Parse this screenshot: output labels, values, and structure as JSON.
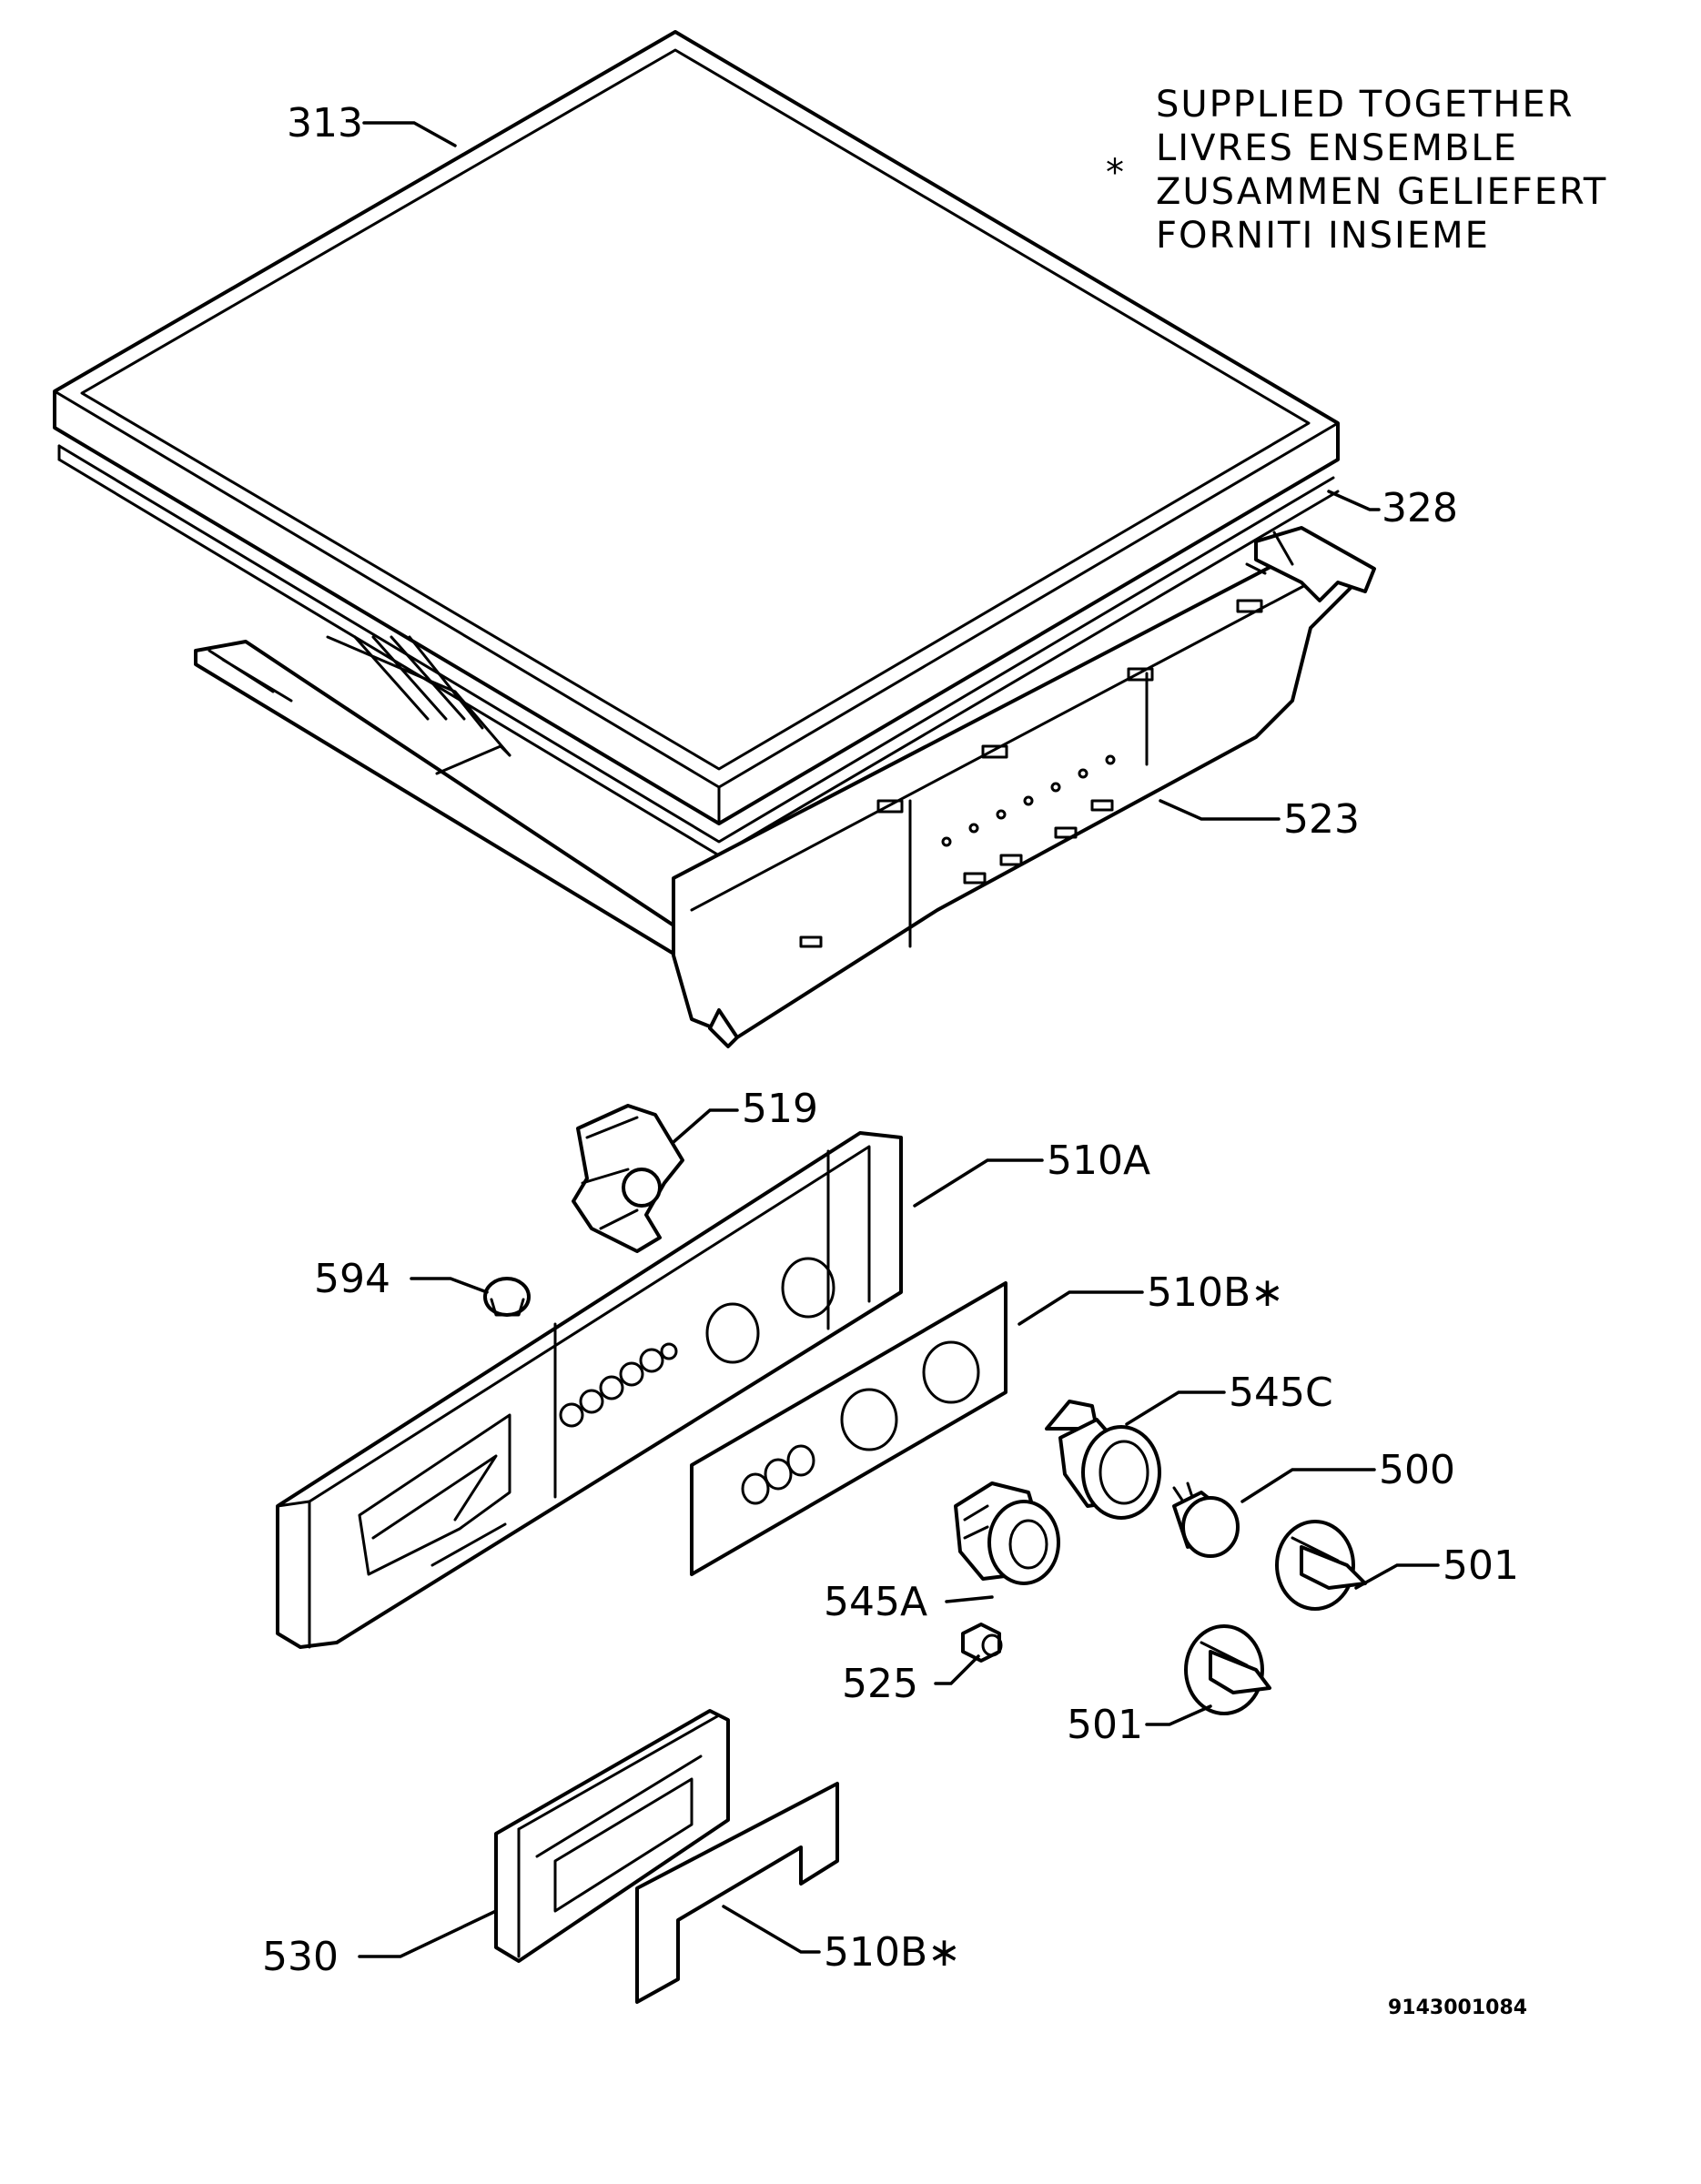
{
  "note": {
    "asterisk": "*",
    "lines": [
      "SUPPLIED TOGETHER",
      "LIVRES  ENSEMBLE",
      "ZUSAMMEN GELIEFERT",
      "FORNITI INSIEME"
    ]
  },
  "labels": {
    "p313": "313",
    "p328": "328",
    "p523": "523",
    "p519": "519",
    "p510a": "510A",
    "p594": "594",
    "p510b_upper": "510B∗",
    "p545c": "545C",
    "p500": "500",
    "p501_right": "501",
    "p545a": "545A",
    "p525": "525",
    "p501_left": "501",
    "p530": "530",
    "p510b_lower": "510B∗"
  },
  "diagram_code": "9143001084"
}
